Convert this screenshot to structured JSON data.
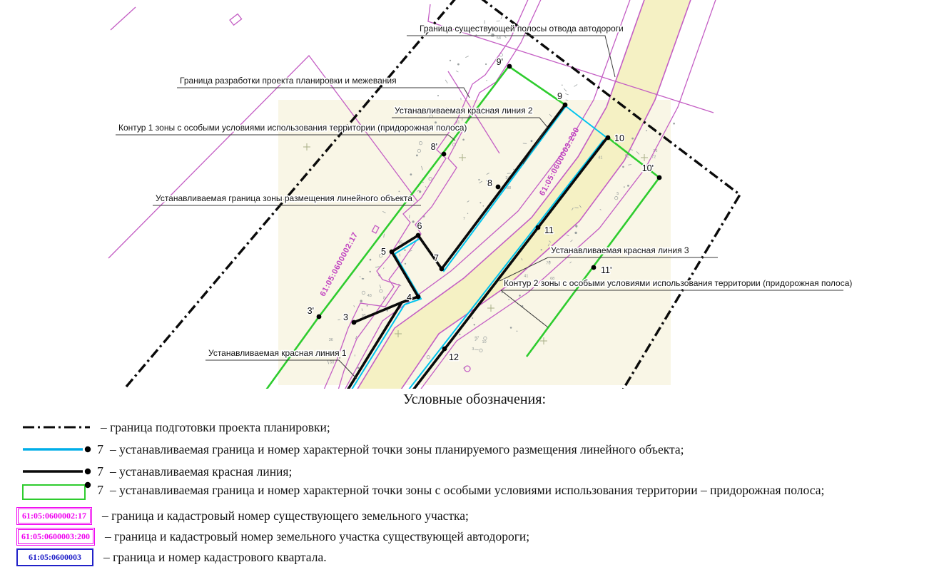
{
  "map": {
    "labels": {
      "otvod": "Граница существующей полосы отвода автодороги",
      "razrabotka": "Граница разработки проекта планировки и межевания",
      "kontur1": "Контур 1 зоны с особыми условиями использования территории (придорожная полоса)",
      "zona_lineynogo": "Устанавливаемая граница зоны размещения линейного объекта",
      "red1": "Устанавливаемая красная линия 1",
      "red2": "Устанавливаемая красная линия 2",
      "red3": "Устанавливаемая красная линия 3",
      "kontur2": "Контур 2 зоны с особыми условиями использования территории (придорожная полоса)",
      "parcel17": "61:05:0600002:17",
      "parcel200": "61:05:0600003:200"
    },
    "point_labels": [
      "3'",
      "3",
      "4",
      "5",
      "6",
      "7",
      "8",
      "8'",
      "9",
      "9'",
      "10",
      "10'",
      "11",
      "11'",
      "12"
    ]
  },
  "legend": {
    "title": "Условные обозначения:",
    "rows": [
      {
        "swatch": "dashdot",
        "num": "",
        "code": "",
        "text": "– граница подготовки проекта планировки;"
      },
      {
        "swatch": "cyan-line",
        "num": "7",
        "code": "",
        "text": "– устанавливаемая граница и номер характерной точки зоны планируемого размещения линейного объекта;"
      },
      {
        "swatch": "black-line",
        "num": "7",
        "code": "",
        "text": "– устанавливаемая красная линия;"
      },
      {
        "swatch": "green-rect",
        "num": "7",
        "code": "",
        "text": "– устанавливаемая граница и номер характерной точки зоны с особыми условиями использования территории – придорожная полоса;"
      },
      {
        "swatch": "box-magenta",
        "num": "",
        "code": "61:05:0600002:17",
        "text": "– граница и кадастровый номер существующего земельного участка;"
      },
      {
        "swatch": "box-magenta",
        "num": "",
        "code": "61:05:0600003:200",
        "text": "– граница и кадастровый номер земельного участка существующей автодороги;"
      },
      {
        "swatch": "box-blue",
        "num": "",
        "code": "61:05:0600003",
        "text": "– граница и номер кадастрового квартала."
      }
    ]
  },
  "colors": {
    "magenta_lines": "#C45EC4",
    "legend_magenta": "#F000F0",
    "quarter_blue": "#2121C8",
    "zone_green": "#2ECC2E",
    "linear_cyan": "#00C4EE",
    "road_fill": "#F5F1C4",
    "base_fill": "#F9F6E6"
  }
}
